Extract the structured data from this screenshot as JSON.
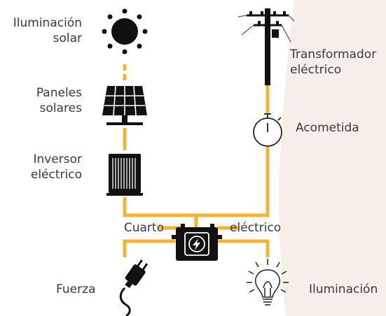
{
  "diagram": {
    "colors": {
      "wire": "#f5b335",
      "icon": "#111111",
      "background_shape": "#f6efe9",
      "text": "#3a3a3a"
    },
    "labels": {
      "solar": [
        "Iluminación",
        "solar"
      ],
      "panels": [
        "Paneles",
        "solares"
      ],
      "inverter": [
        "Inversor",
        "eléctrico"
      ],
      "transformer": [
        "Transformador",
        "eléctrico"
      ],
      "meter": "Acometida",
      "room_left": "Cuarto",
      "room_right": "eléctrico",
      "power": "Fuerza",
      "lighting": "Iluminación"
    },
    "icons": {
      "sun": "sun-icon",
      "solar_panel": "solar-panel-icon",
      "inverter": "inverter-icon",
      "utility_pole": "utility-pole-icon",
      "meter": "stopwatch-meter-icon",
      "panel_box": "electrical-panel-icon",
      "plug": "plug-icon",
      "bulb": "light-bulb-icon"
    }
  }
}
